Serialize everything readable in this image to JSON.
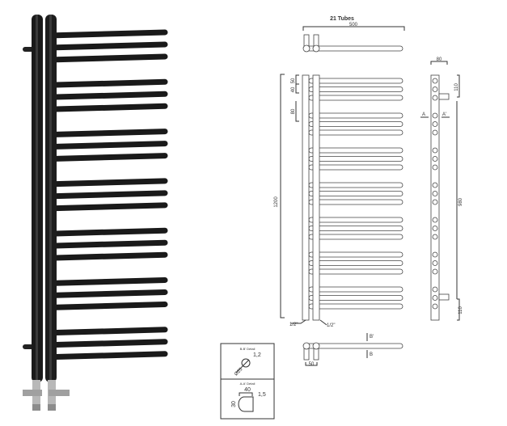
{
  "product": {
    "tube_groups": 7,
    "tubes_per_group": 3,
    "colors": {
      "radiator": "#1a1a1a",
      "valve": "#b8b8b8",
      "drawing": "#333333"
    }
  },
  "drawing": {
    "title": "21  Tubes",
    "width_dim": "500",
    "depth_dim": "80",
    "spacing_top": "50",
    "spacing_tube": "40",
    "spacing_group": "80",
    "height_dim": "1200",
    "centres_dim": "980",
    "top_offset": "110",
    "bottom_offset": "110",
    "section_a": "A",
    "section_a_prime": "A'",
    "connection_left": "1/2\"",
    "connection_right": "1/2\"",
    "section_b_prime": "B'",
    "section_b": "B",
    "bottom_dim": "50"
  },
  "details": {
    "bb_title": "B-B' Detail",
    "bb_wall": "1,2",
    "bb_diameter": "Ø25",
    "aa_title": "A-A' Detail",
    "aa_width": "40",
    "aa_wall": "1,5",
    "aa_height": "30"
  }
}
